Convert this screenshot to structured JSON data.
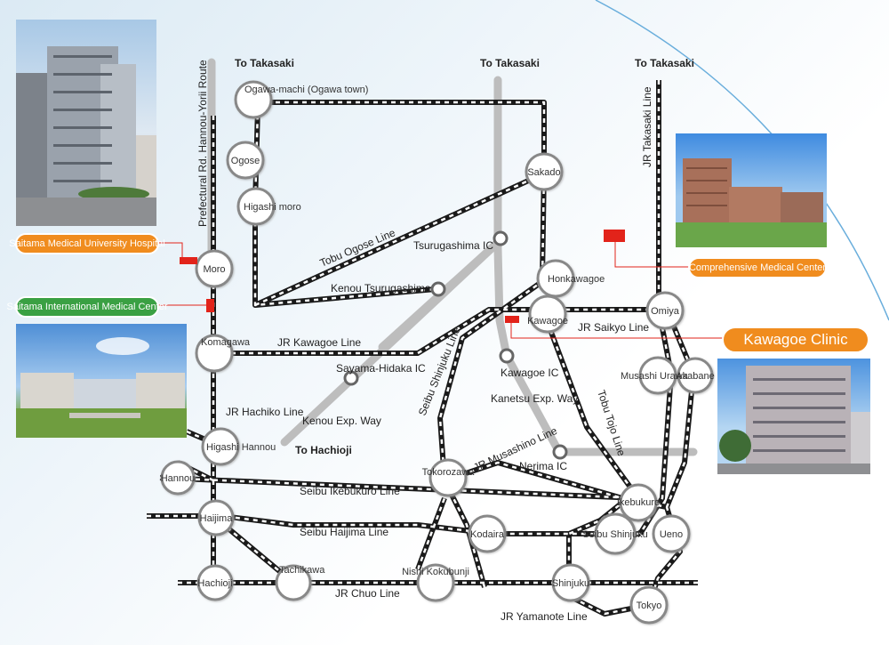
{
  "directions": {
    "takasaki_left": "To Takasaki",
    "takasaki_mid": "To Takasaki",
    "takasaki_right": "To Takasaki",
    "hachioji": "To Hachioji"
  },
  "stations": {
    "ogawa": "Ogawa-machi (Ogawa town)",
    "ogose": "Ogose",
    "higashimoro": "Higashi moro",
    "moro": "Moro",
    "komagawa": "Komagawa",
    "higashihannou": "Higashi Hannou",
    "hannou": "Hannou",
    "haijima": "Haijima",
    "hachioji": "Hachioji",
    "tachikawa": "Tachikawa",
    "sakado": "Sakado",
    "honkawagoe": "Honkawagoe",
    "kawagoe": "Kawagoe",
    "omiya": "Omiya",
    "musashiurawa": "Musashi Urawa",
    "akabane": "Akabane",
    "tokorozawa": "Tokorozawa",
    "kodaira": "Kodaira",
    "nishikokubunji": "Nishi Kokubunji",
    "ikebukuro": "Ikebukuro",
    "seibushinjuku": "Seibu Shinjuku",
    "ueno": "Ueno",
    "shinjuku": "Shinjuku",
    "tokyo": "Tokyo"
  },
  "interchanges": {
    "tsurugashima": "Tsurugashima IC",
    "kenou_tsurugashima": "Kenou Tsurugashima",
    "sayama_hidaka": "Sayama-Hidaka IC",
    "kawagoe": "Kawagoe IC",
    "nerima": "Nerima IC"
  },
  "lines": {
    "hannou_yorii": "Prefectural Rd. Hannou-Yorii Route",
    "tobu_ogose": "Tobu Ogose Line",
    "jr_kawagoe": "JR Kawagoe Line",
    "jr_hachiko": "JR Hachiko Line",
    "kenou_exp": "Kenou Exp. Way",
    "seibu_shinjuku": "Seibu Shinjuku Line",
    "jr_takasaki": "JR Takasaki Line",
    "jr_saikyo": "JR Saikyo Line",
    "kanetsu_exp": "Kanetsu Exp. Way",
    "jr_musashino": "JR Musashino Line",
    "tobu_tojo": "Tobu Tojo Line",
    "seibu_ikebukuro": "Seibu Ikebukuro Line",
    "seibu_haijima": "Seibu Haijima Line",
    "jr_chuo": "JR Chuo Line",
    "jr_yamanote": "JR Yamanote Line"
  },
  "facilities": {
    "saitama_univ": "Saitama Medical University Hospital",
    "saitama_intl": "Saitama International Medical Center",
    "comprehensive": "Comprehensive Medical Center",
    "clinic": "Kawagoe Clinic"
  },
  "colors": {
    "orange_pill": "#f08c1e",
    "green_pill": "#3aa043",
    "marker_red": "#e2231a",
    "road_gray": "#bdbdbd"
  }
}
